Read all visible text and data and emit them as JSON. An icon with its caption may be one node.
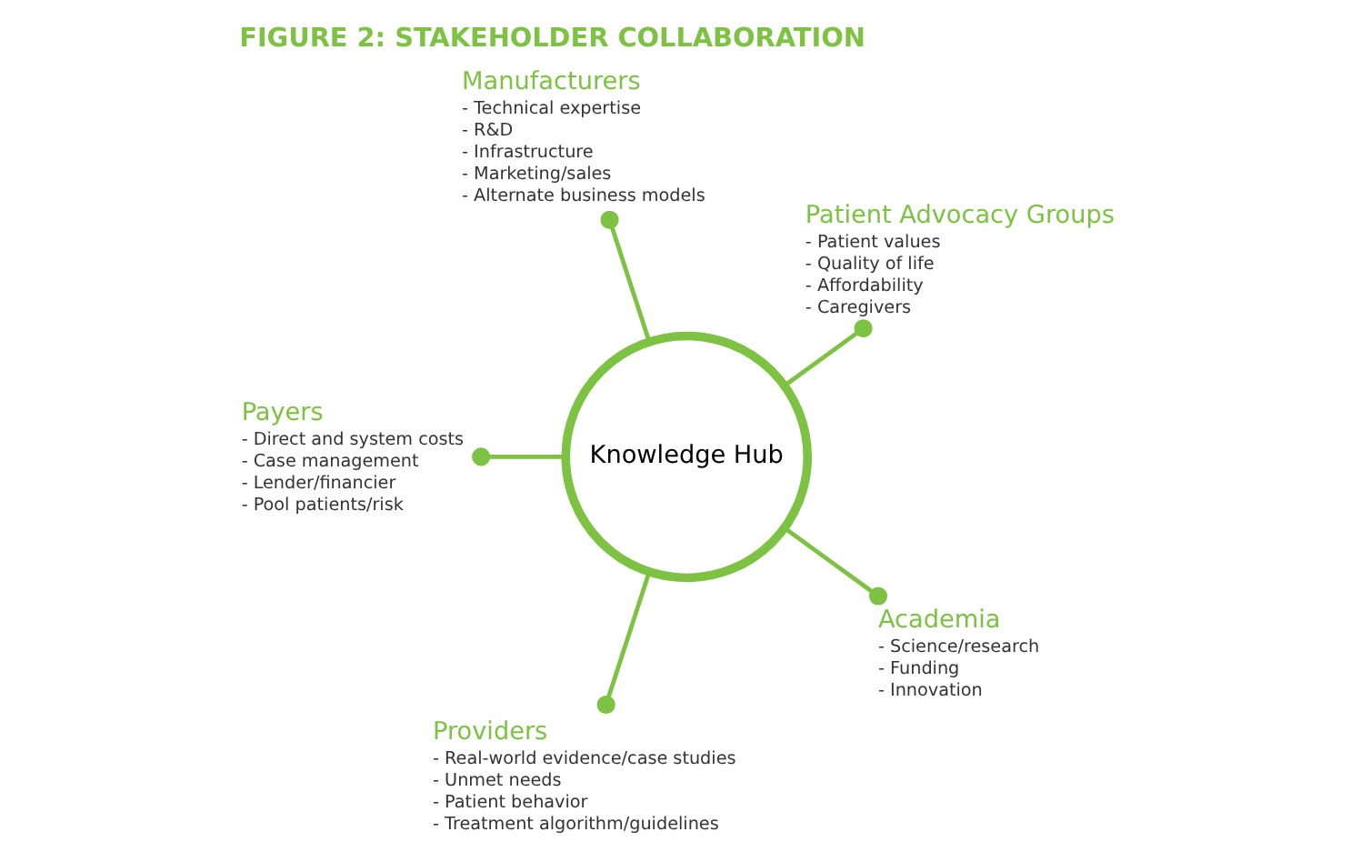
{
  "diagram": {
    "title": "FIGURE 2: STAKEHOLDER COLLABORATION",
    "nodes": [
      {
        "text": [
          "Patient Advocacy Groups",
          "- Patient values",
          "- Quality of life",
          "- Affordability",
          "- Caregivers"
        ]
      },
      {
        "text": [
          "Manufacturers",
          "- Technical expertise",
          "- R&D",
          "- Infrastructure",
          "- Marketing/sales",
          "- Alternate business models"
        ]
      },
      {
        "text": [
          "Knowledge Hub"
        ]
      },
      {
        "text": [
          "Payers",
          "- Direct and system costs",
          "- Case management",
          "- Lender/financier",
          "- Pool patients/risk"
        ]
      },
      {
        "text": [
          "Providers",
          "- Real-world evidence/case studies",
          "- Unmet needs",
          "- Patient behavior",
          "- Treatment algorithm/guidelines"
        ]
      },
      {
        "text": [
          "Academia",
          "- Science/research",
          "- Funding",
          "- Innovation"
        ]
      }
    ],
    "edges": [
      {
        "from": 2,
        "to": 0,
        "arrow": "other"
      },
      {
        "from": 2,
        "to": 1,
        "arrow": "other"
      },
      {
        "from": 2,
        "to": 3,
        "arrow": "other"
      },
      {
        "from": 2,
        "to": 4,
        "arrow": "other"
      },
      {
        "from": 2,
        "to": 5,
        "arrow": "other"
      }
    ]
  }
}
